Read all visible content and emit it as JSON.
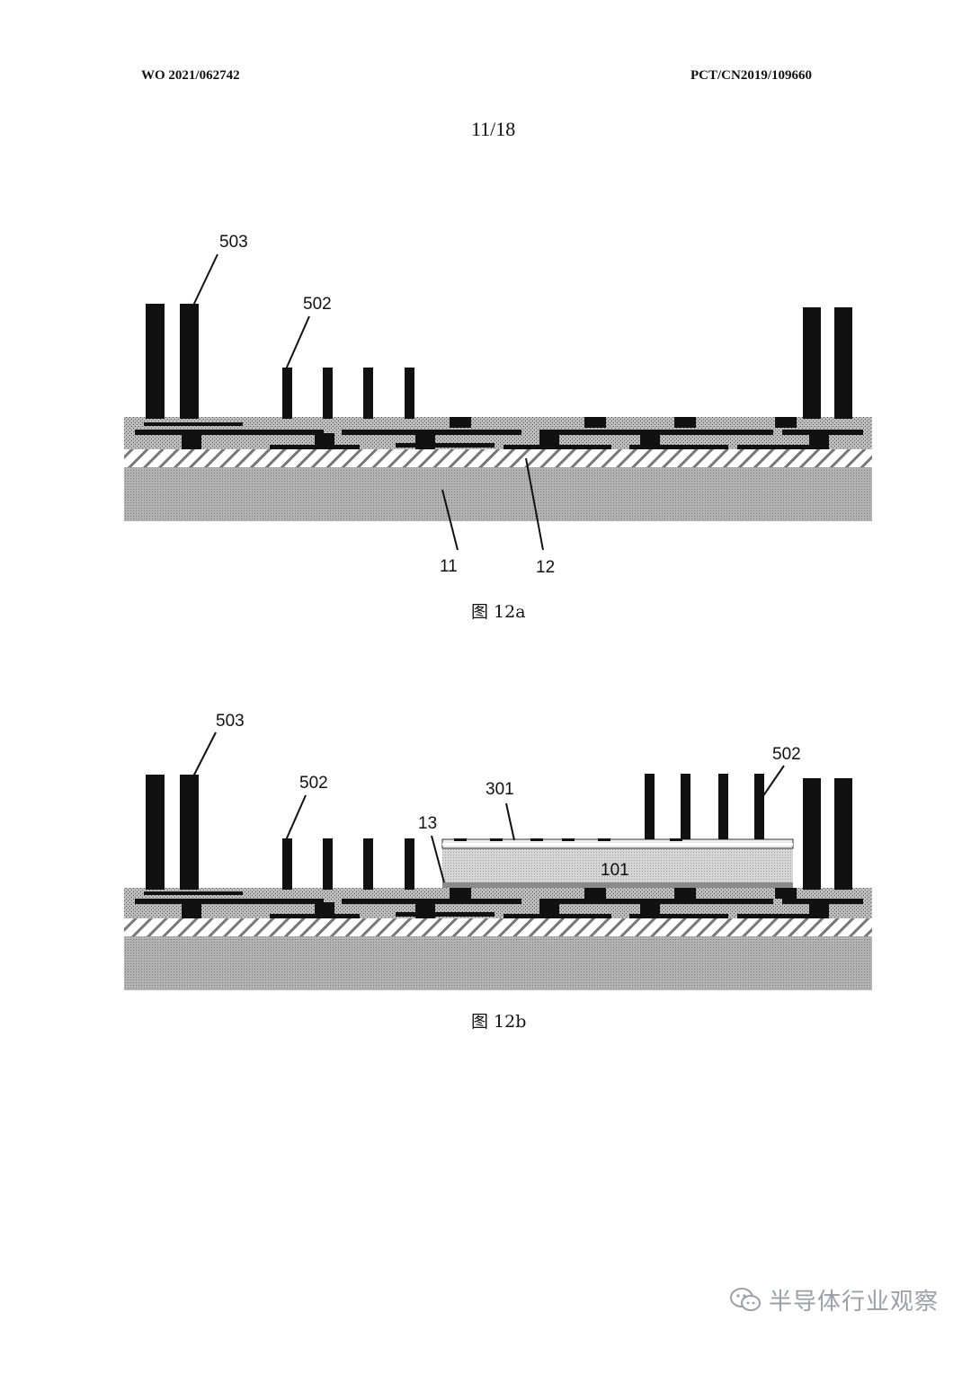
{
  "header": {
    "left": "WO 2021/062742",
    "right": "PCT/CN2019/109660",
    "page": "11/18"
  },
  "fig12a": {
    "caption": "图 12a",
    "labels": {
      "l503": "503",
      "l502": "502",
      "l11": "11",
      "l12": "12"
    }
  },
  "fig12b": {
    "caption": "图 12b",
    "labels": {
      "l503": "503",
      "l502a": "502",
      "l502b": "502",
      "l301": "301",
      "l13": "13",
      "l101": "101"
    }
  },
  "watermark": {
    "text": "半导体行业观察",
    "icon": "wechat-icon"
  },
  "colors": {
    "ink": "#111111",
    "dielectric": "#9a9a9a",
    "substrate": "#a9a9a9",
    "chip": "#c8c8c8"
  }
}
